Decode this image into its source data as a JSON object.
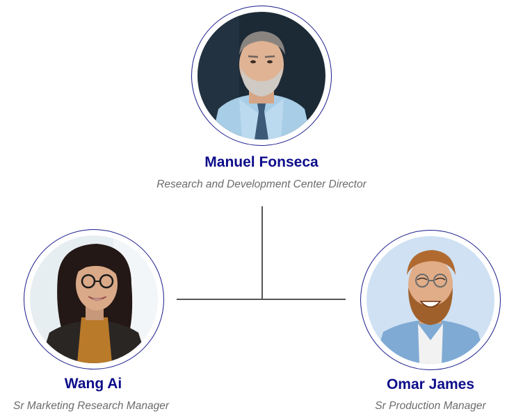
{
  "colors": {
    "name": "#0d0d8a",
    "role": "#6b6b6b",
    "ring": "#1a1a8c",
    "connector": "#555555"
  },
  "director": {
    "name": "Manuel Fonseca",
    "role": "Research and Development Center Director",
    "avatar": "man-portrait-photo"
  },
  "left_report": {
    "name": "Wang Ai",
    "role": "Sr Marketing Research Manager",
    "avatar": "woman-portrait-photo"
  },
  "right_report": {
    "name": "Omar James",
    "role": "Sr Production Manager",
    "avatar": "bearded-man-portrait-photo"
  }
}
